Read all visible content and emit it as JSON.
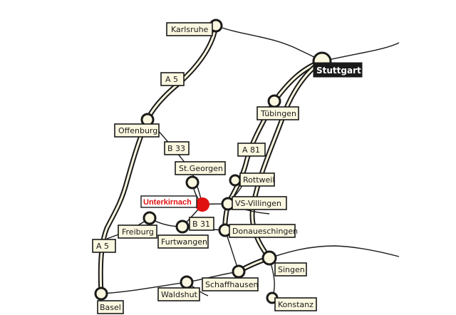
{
  "map": {
    "accent_color": "#e01010",
    "ink_color": "#1a1a1a",
    "paper_color": "#fbf7e0",
    "highlight": {
      "label": "Unterkirnach",
      "marker": "red-dot"
    },
    "towns": {
      "karlsruhe": "Karlsruhe",
      "stuttgart": "Stuttgart",
      "tuebingen": "Tübingen",
      "offenburg": "Offenburg",
      "st_georgen": "St.Georgen",
      "rottweil": "Rottweil",
      "vs_villingen": "VS-Villingen",
      "freiburg": "Freiburg",
      "furtwangen": "Furtwangen",
      "donaueschingen": "Donaueschingen",
      "singen": "Singen",
      "schaffhausen": "Schaffhausen",
      "waldshut": "Waldshut",
      "basel": "Basel",
      "konstanz": "Konstanz"
    },
    "roads": {
      "a5_north": "A 5",
      "a5_south": "A 5",
      "b33": "B 33",
      "a81": "A 81",
      "b31": "B 31"
    }
  }
}
